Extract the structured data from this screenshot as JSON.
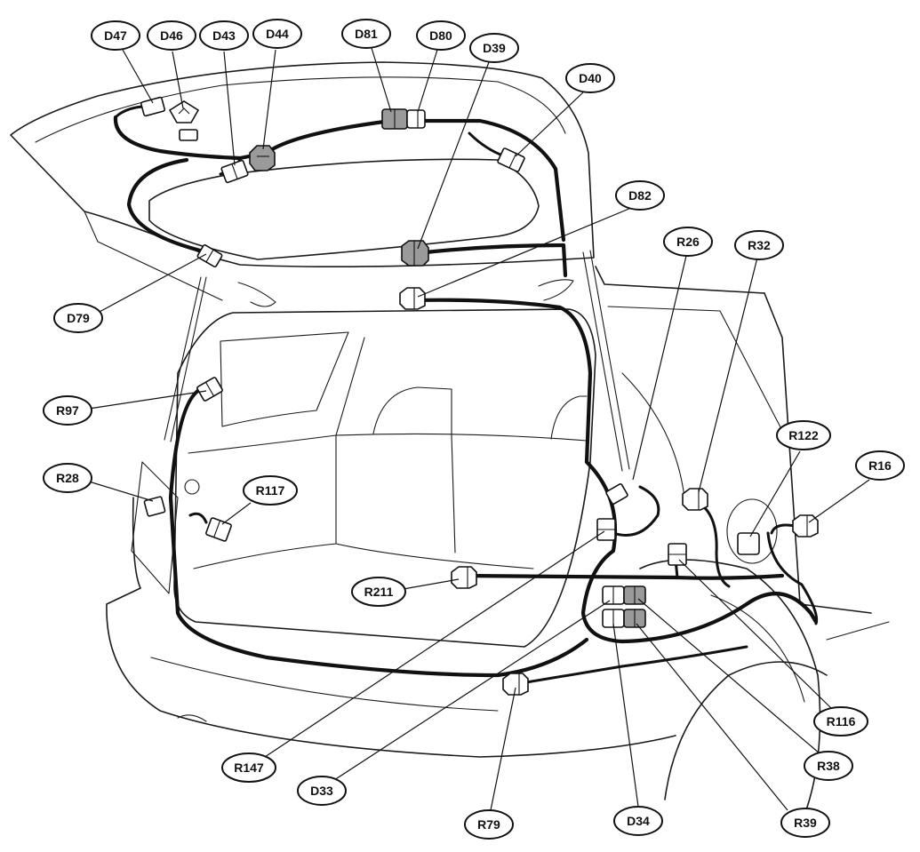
{
  "colors": {
    "line": "#111111",
    "connector_gray": "#9a9a9a",
    "background": "#ffffff"
  },
  "labels": [
    {
      "id": "D47",
      "text": "D47"
    },
    {
      "id": "D46",
      "text": "D46"
    },
    {
      "id": "D43",
      "text": "D43"
    },
    {
      "id": "D44",
      "text": "D44"
    },
    {
      "id": "D81",
      "text": "D81"
    },
    {
      "id": "D80",
      "text": "D80"
    },
    {
      "id": "D39",
      "text": "D39"
    },
    {
      "id": "D40",
      "text": "D40"
    },
    {
      "id": "D82",
      "text": "D82"
    },
    {
      "id": "D79",
      "text": "D79"
    },
    {
      "id": "R26",
      "text": "R26"
    },
    {
      "id": "R32",
      "text": "R32"
    },
    {
      "id": "R97",
      "text": "R97"
    },
    {
      "id": "R122",
      "text": "R122"
    },
    {
      "id": "R16",
      "text": "R16"
    },
    {
      "id": "R28",
      "text": "R28"
    },
    {
      "id": "R117",
      "text": "R117"
    },
    {
      "id": "R211",
      "text": "R211"
    },
    {
      "id": "R116",
      "text": "R116"
    },
    {
      "id": "R38",
      "text": "R38"
    },
    {
      "id": "R147",
      "text": "R147"
    },
    {
      "id": "D33",
      "text": "D33"
    },
    {
      "id": "R39",
      "text": "R39"
    },
    {
      "id": "R79",
      "text": "R79"
    },
    {
      "id": "D34",
      "text": "D34"
    }
  ]
}
